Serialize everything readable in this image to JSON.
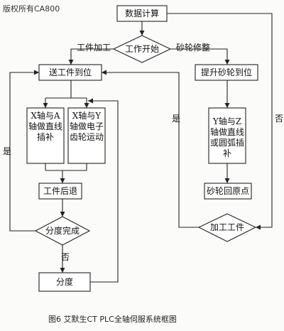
{
  "watermark": "版权所有CA800",
  "caption": "图6 艾默生CT PLC全轴伺服系统框图",
  "nodes": {
    "data_calc": "数据计算",
    "work_start": "工作开始",
    "feed_to_position": "送工件到位",
    "lift_wheel": "提升砂轮到位",
    "xa_interp": "X轴与A轴做直线插补",
    "xy_gear": "X轴与Y轴做电子齿轮运动",
    "yz_interp": "Y轴与Z轴做直线或圆弧插补",
    "workpiece_back": "工件后退",
    "wheel_home": "砂轮回原点",
    "index_done": "分度完成",
    "machining_part": "加工工件",
    "index": "分度"
  },
  "edge_labels": {
    "workpiece_machining": "工件加工",
    "wheel_dressing": "砂轮修整",
    "yes_left": "是",
    "yes_mid": "是",
    "no_right": "否",
    "no_bottom": "否"
  }
}
